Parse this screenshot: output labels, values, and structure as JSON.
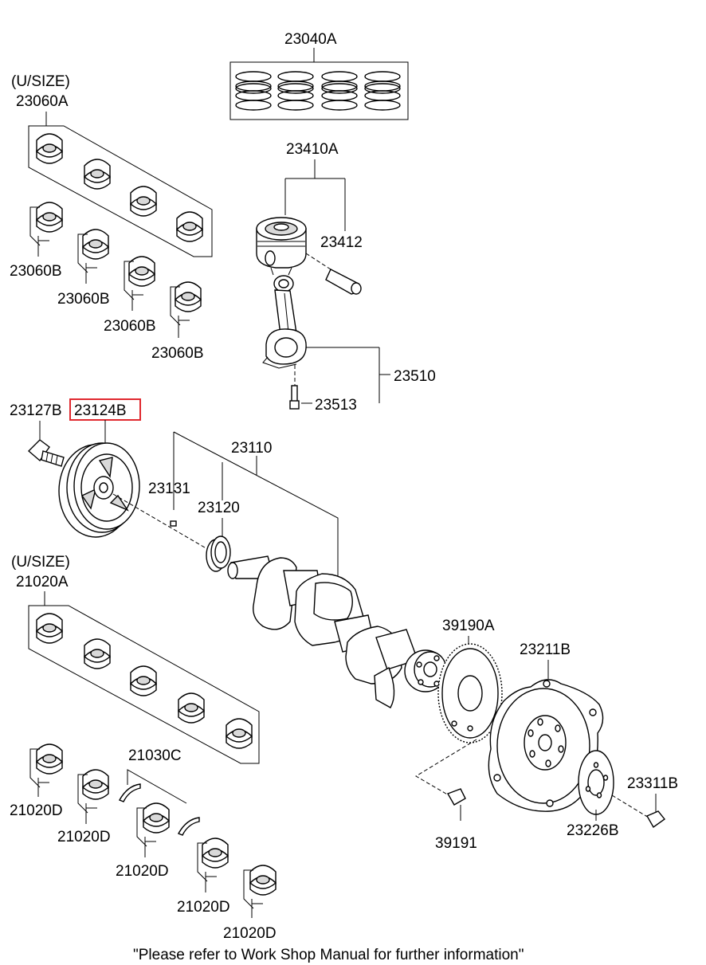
{
  "diagram": {
    "labels": {
      "p23040A": "23040A",
      "usize_top": "(U/SIZE)",
      "p23060A": "23060A",
      "p23410A": "23410A",
      "p23412": "23412",
      "p23060B_1": "23060B",
      "p23060B_2": "23060B",
      "p23060B_3": "23060B",
      "p23060B_4": "23060B",
      "p23510": "23510",
      "p23513": "23513",
      "p23127B": "23127B",
      "p23124B": "23124B",
      "p23110": "23110",
      "p23131": "23131",
      "p23120": "23120",
      "usize_bottom": "(U/SIZE)",
      "p21020A": "21020A",
      "p39190A": "39190A",
      "p23211B": "23211B",
      "p21030C": "21030C",
      "p23311B": "23311B",
      "p21020D_1": "21020D",
      "p21020D_2": "21020D",
      "p39191": "39191",
      "p23226B": "23226B",
      "p21020D_3": "21020D",
      "p21020D_4": "21020D",
      "p21020D_5": "21020D"
    },
    "highlighted_part": "23124B",
    "highlight_color": "#e0282e",
    "footer_note": "\"Please refer to Work Shop Manual for further information\""
  }
}
